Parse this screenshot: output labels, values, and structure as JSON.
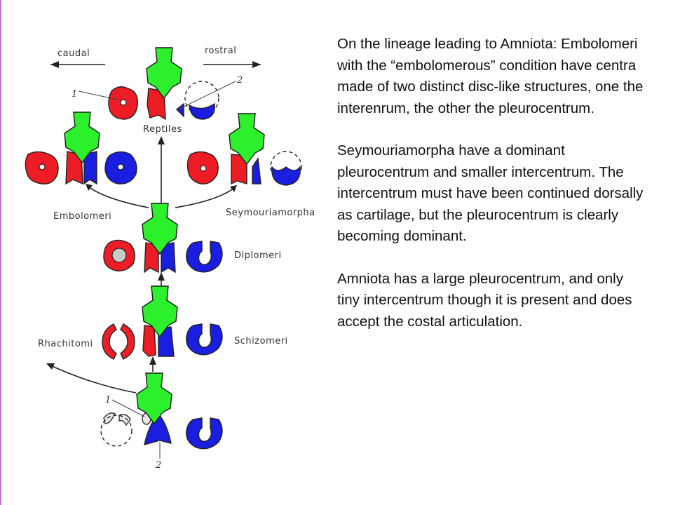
{
  "diagram": {
    "labels": {
      "caudal": "caudal",
      "rostral": "rostral",
      "reptiles": "Reptiles",
      "embolomeri": "Embolomeri",
      "seymouriamorpha": "Seymouriamorpha",
      "diplomeri": "Diplomeri",
      "rhachitomi": "Rhachitomi",
      "schizomeri": "Schizomeri"
    },
    "markers": {
      "one": "1",
      "two": "2"
    },
    "colors": {
      "intercentrum": "#ee1c25",
      "pleurocentrum": "#1a1ee0",
      "neural_arch": "#2cf02c",
      "primitive": "#e6e6e6"
    }
  },
  "text": {
    "paragraphs": [
      "On the lineage leading to Amniota: Embolomeri with the “embolomerous” condition have centra made of two distinct disc-like structures, one the interenrum, the other the pleurocentrum.",
      "Seymouriamorpha have a dominant pleurocentrum and smaller intercentrum.  The intercentrum must have been continued dorsally as cartilage, but the pleurocentrum is clearly becoming dominant.",
      "Amniota has a large pleurocentrum, and only tiny intercentrum though it is present and does accept the costal articulation."
    ]
  }
}
